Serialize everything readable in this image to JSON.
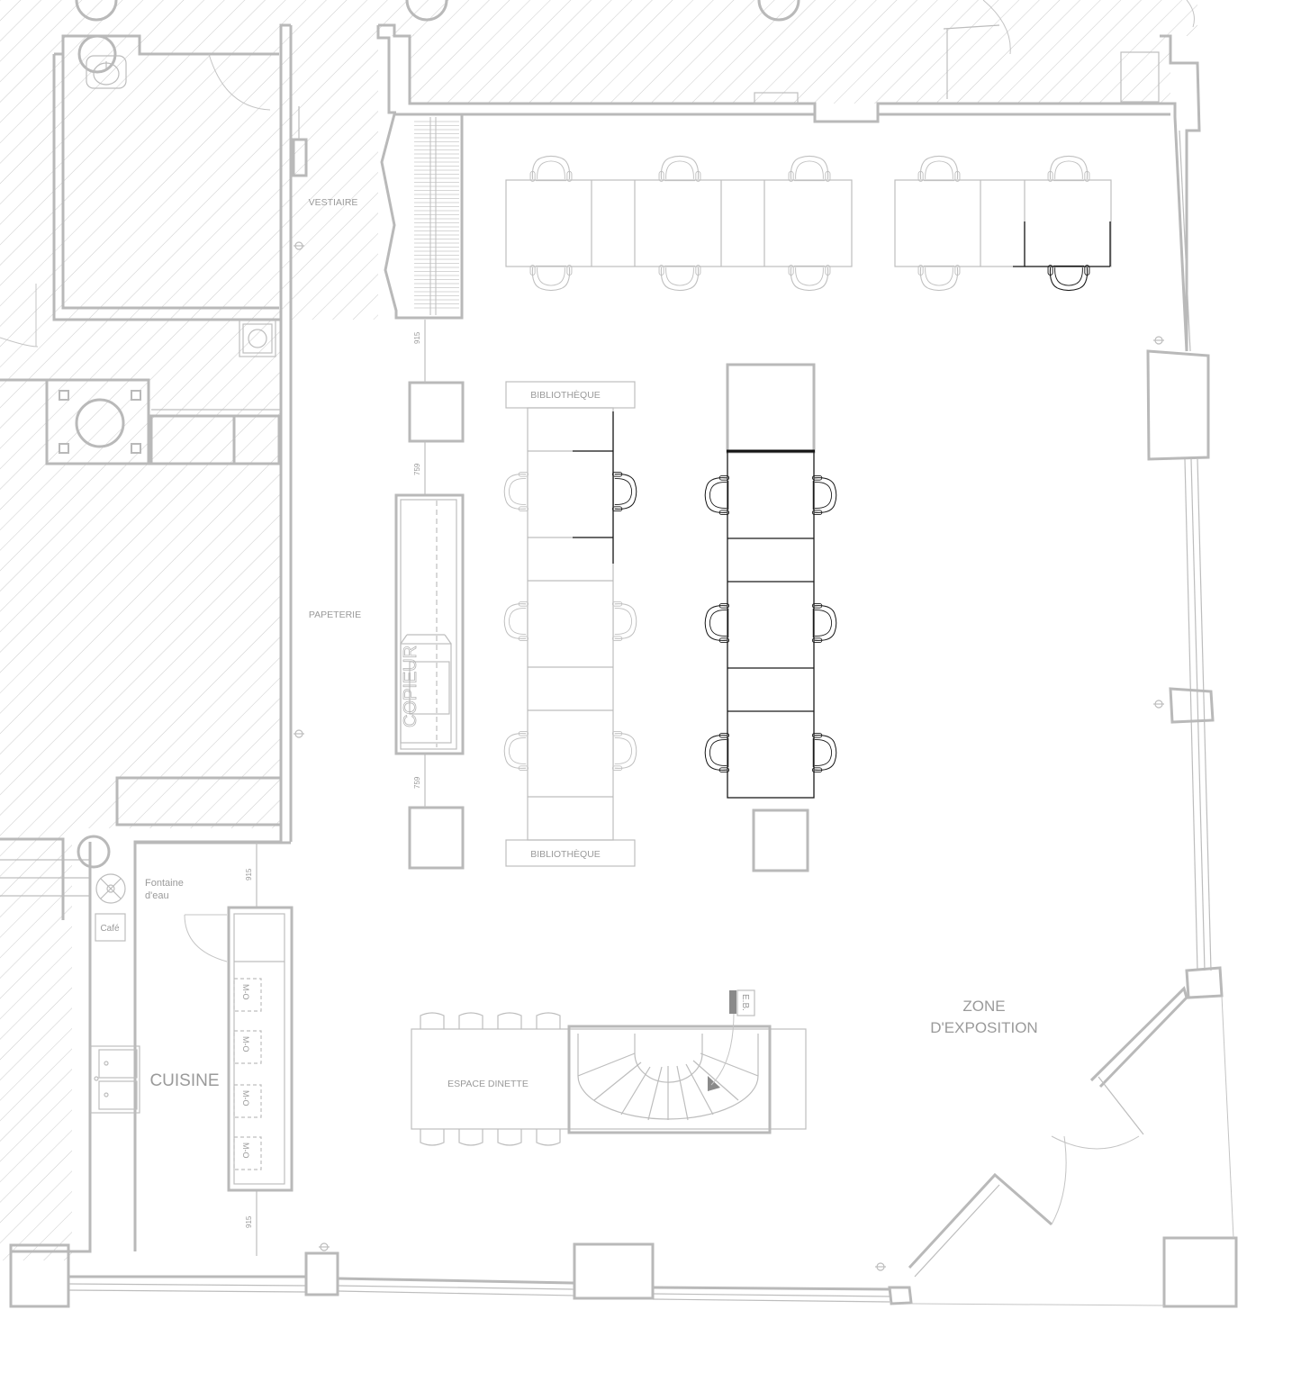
{
  "labels": {
    "vestiaire": "VESTIAIRE",
    "papeterie": "PAPETERIE",
    "bibliotheque_top": "BIBLIOTHÈQUE",
    "bibliotheque_bottom": "BIBLIOTHÈQUE",
    "copieur": "COPIEUR",
    "fontaine_line1": "Fontaine",
    "fontaine_line2": "d'eau",
    "cafe": "Café",
    "cuisine": "CUISINE",
    "espace_dinette": "ESPACE DINETTE",
    "zone_line1": "ZONE",
    "zone_line2": "D'EXPOSITION",
    "eb": "E.B.",
    "mo": "M-O"
  },
  "dimensions": {
    "d1": "915",
    "d2": "759",
    "d3": "759",
    "d4": "915",
    "d5": "915"
  },
  "colors": {
    "wall": "#b9b9b9",
    "furniture": "#bdbdbd",
    "highlight": "#1a1a1a",
    "label": "#9a9a9a",
    "hatch": "#cfcfcf"
  }
}
